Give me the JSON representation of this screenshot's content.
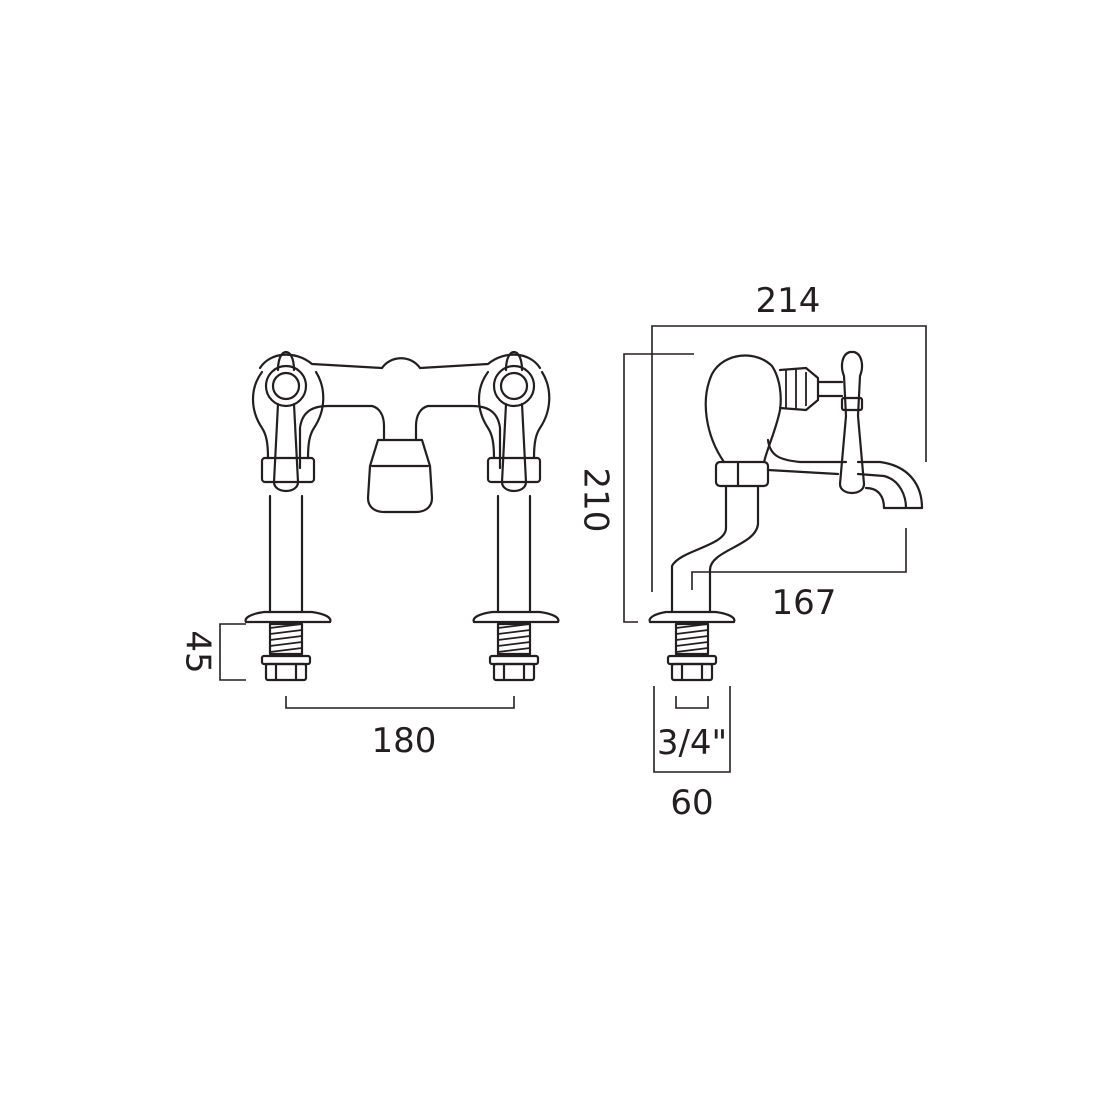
{
  "dimensions": {
    "front_centres": "180",
    "front_height_below_deck": "45",
    "side_overall_width": "214",
    "side_overall_height": "210",
    "side_spout_reach": "167",
    "side_base_width": "60",
    "side_connection_size": "3/4\""
  },
  "colors": {
    "line": "#231f20",
    "background": "#ffffff"
  }
}
